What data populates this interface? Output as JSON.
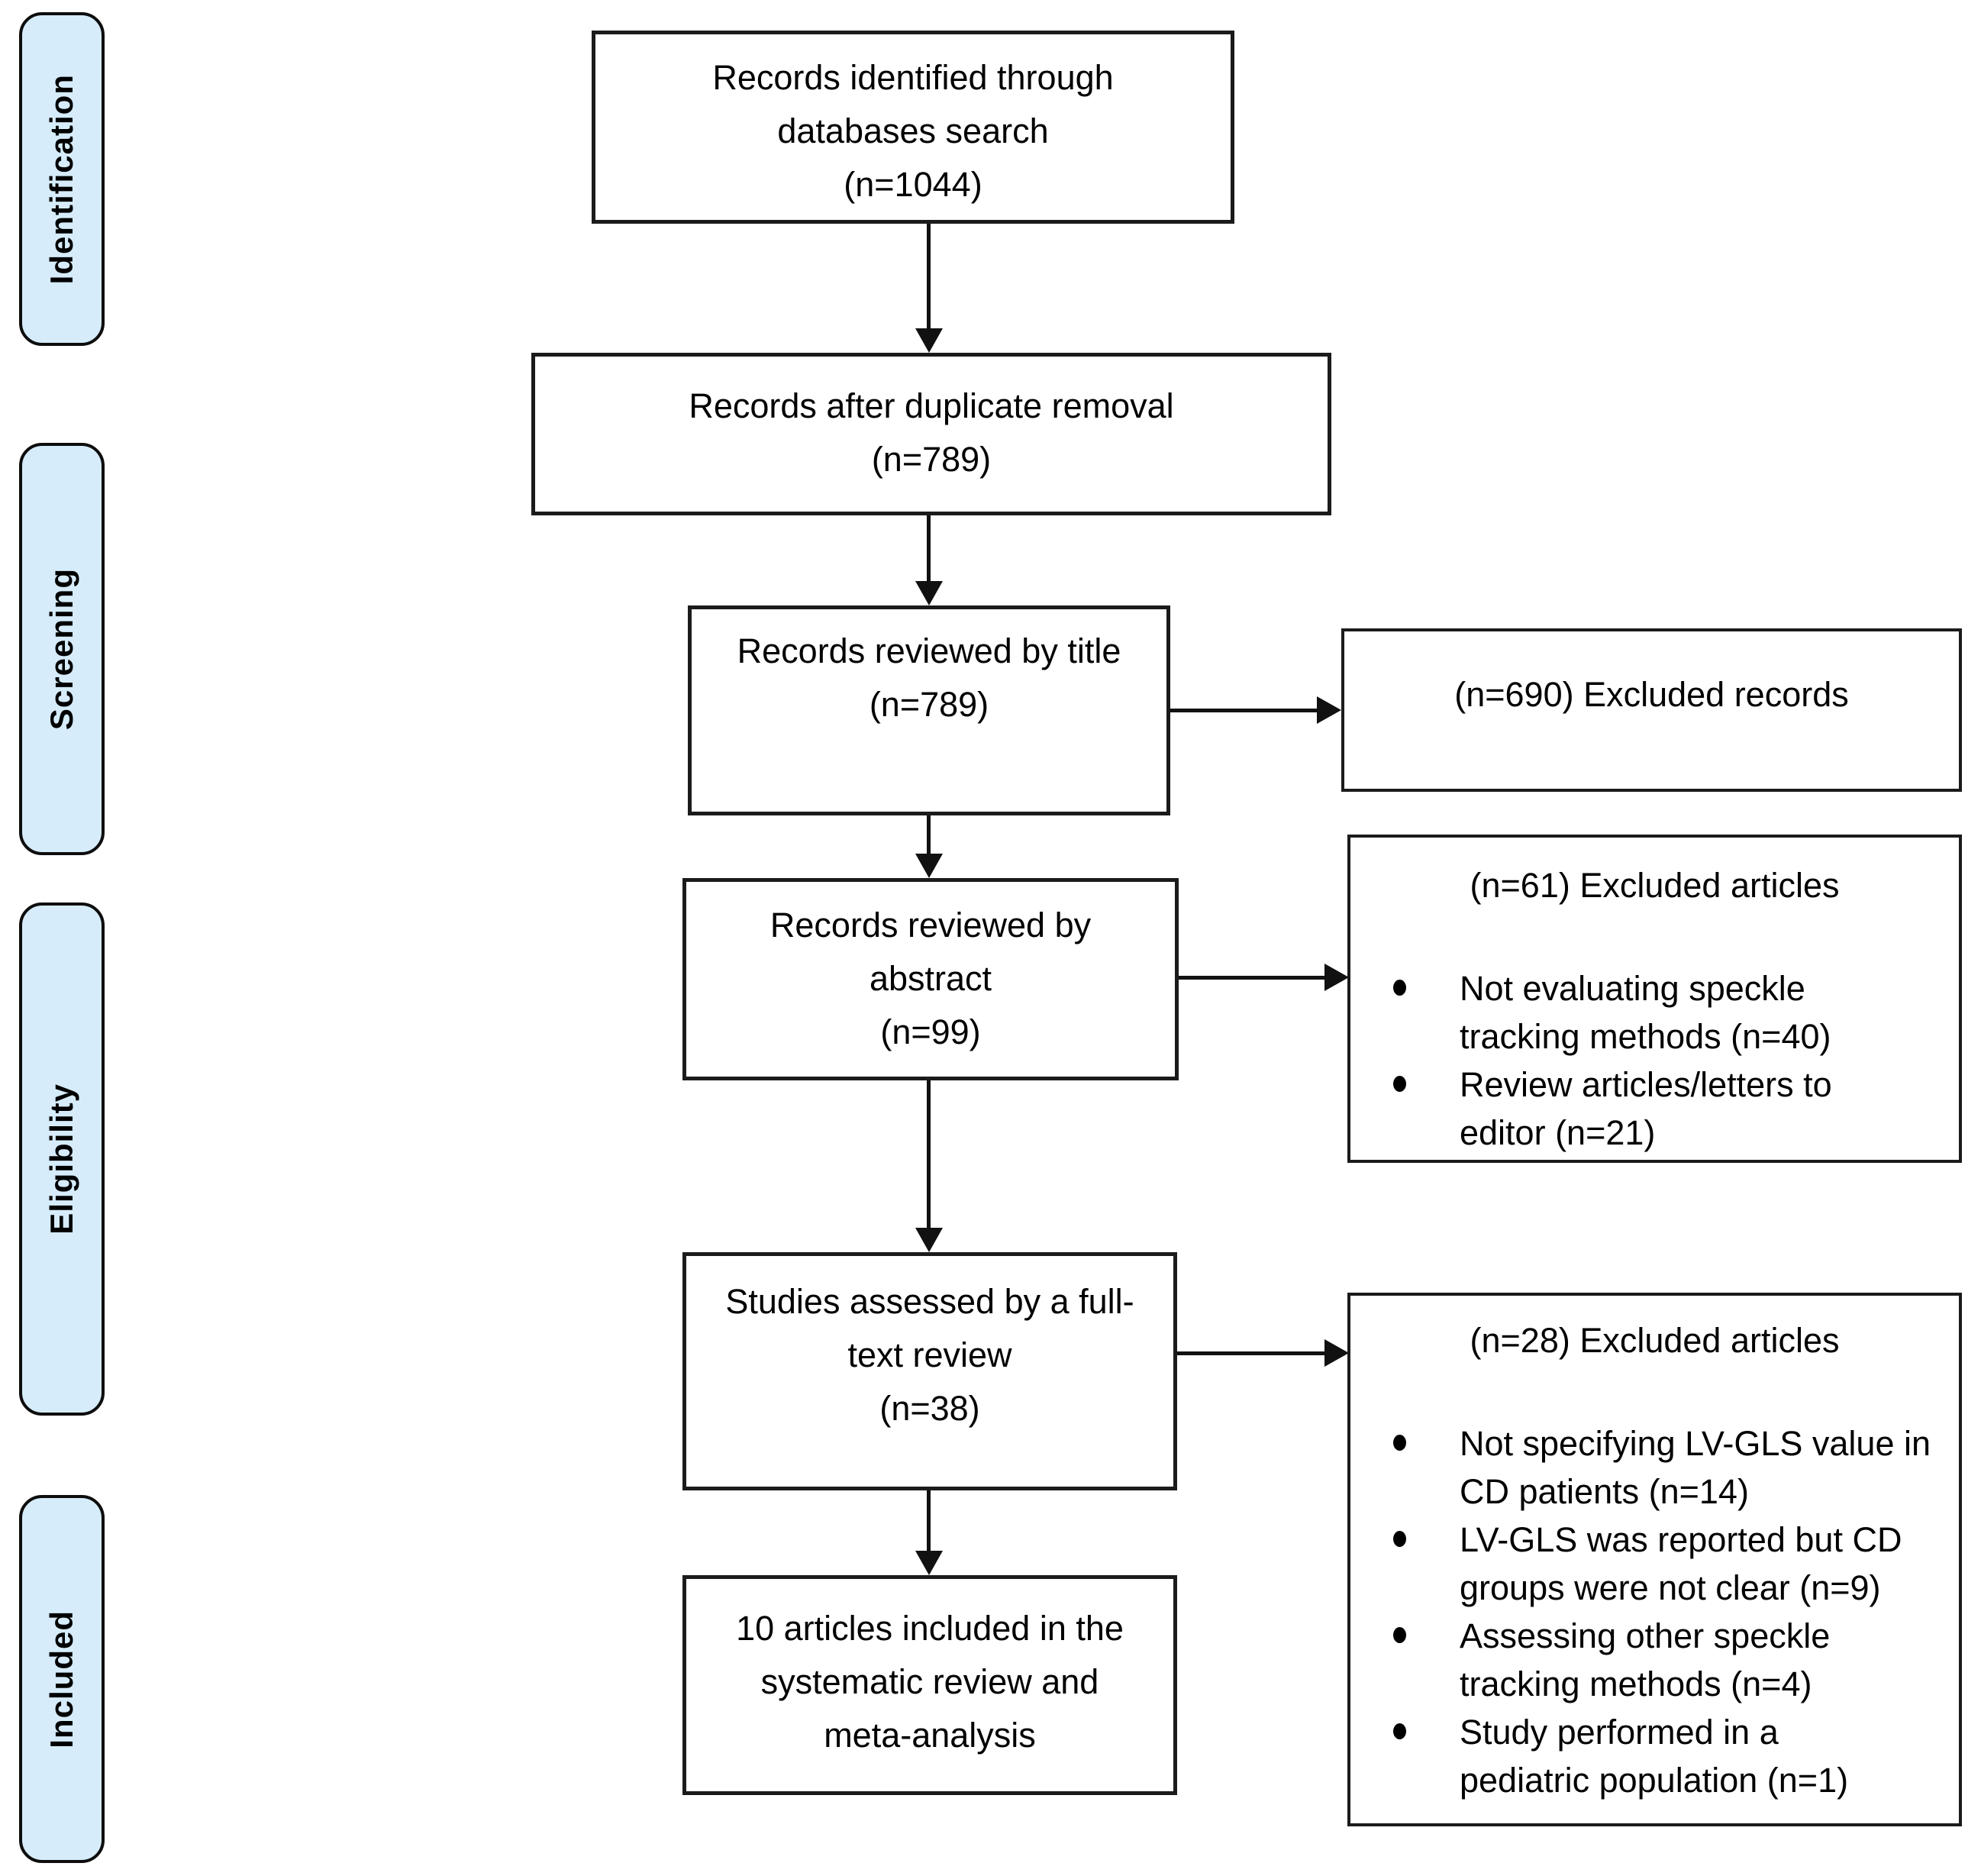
{
  "colors": {
    "phase_fill": "#d6ecfb",
    "border": "#1b1b1b",
    "text": "#000000"
  },
  "phases": [
    {
      "label": "Identification"
    },
    {
      "label": "Screening"
    },
    {
      "label": "Eligibility"
    },
    {
      "label": "Included"
    }
  ],
  "flow": [
    {
      "text": "Records identified through\ndatabases search\n(n=1044)"
    },
    {
      "text": "Records after duplicate removal\n(n=789)"
    },
    {
      "text": "Records reviewed by title\n(n=789)"
    },
    {
      "text": "Records reviewed by\nabstract\n(n=99)"
    },
    {
      "text": "Studies assessed by a full-\ntext review\n(n=38)"
    },
    {
      "text": "10 articles included in the\nsystematic review and\nmeta-analysis"
    }
  ],
  "exclusions": [
    {
      "title": "(n=690) Excluded records",
      "bullets": []
    },
    {
      "title": "(n=61) Excluded articles",
      "bullets": [
        "Not evaluating speckle\ntracking methods (n=40)",
        "Review articles/letters to\neditor (n=21)"
      ]
    },
    {
      "title": "(n=28) Excluded articles",
      "bullets": [
        "Not specifying LV-GLS value in\nCD patients (n=14)",
        "LV-GLS was reported but CD\ngroups were not clear (n=9)",
        "Assessing other speckle\ntracking methods (n=4)",
        "Study performed in a\npediatric population (n=1)"
      ]
    }
  ]
}
